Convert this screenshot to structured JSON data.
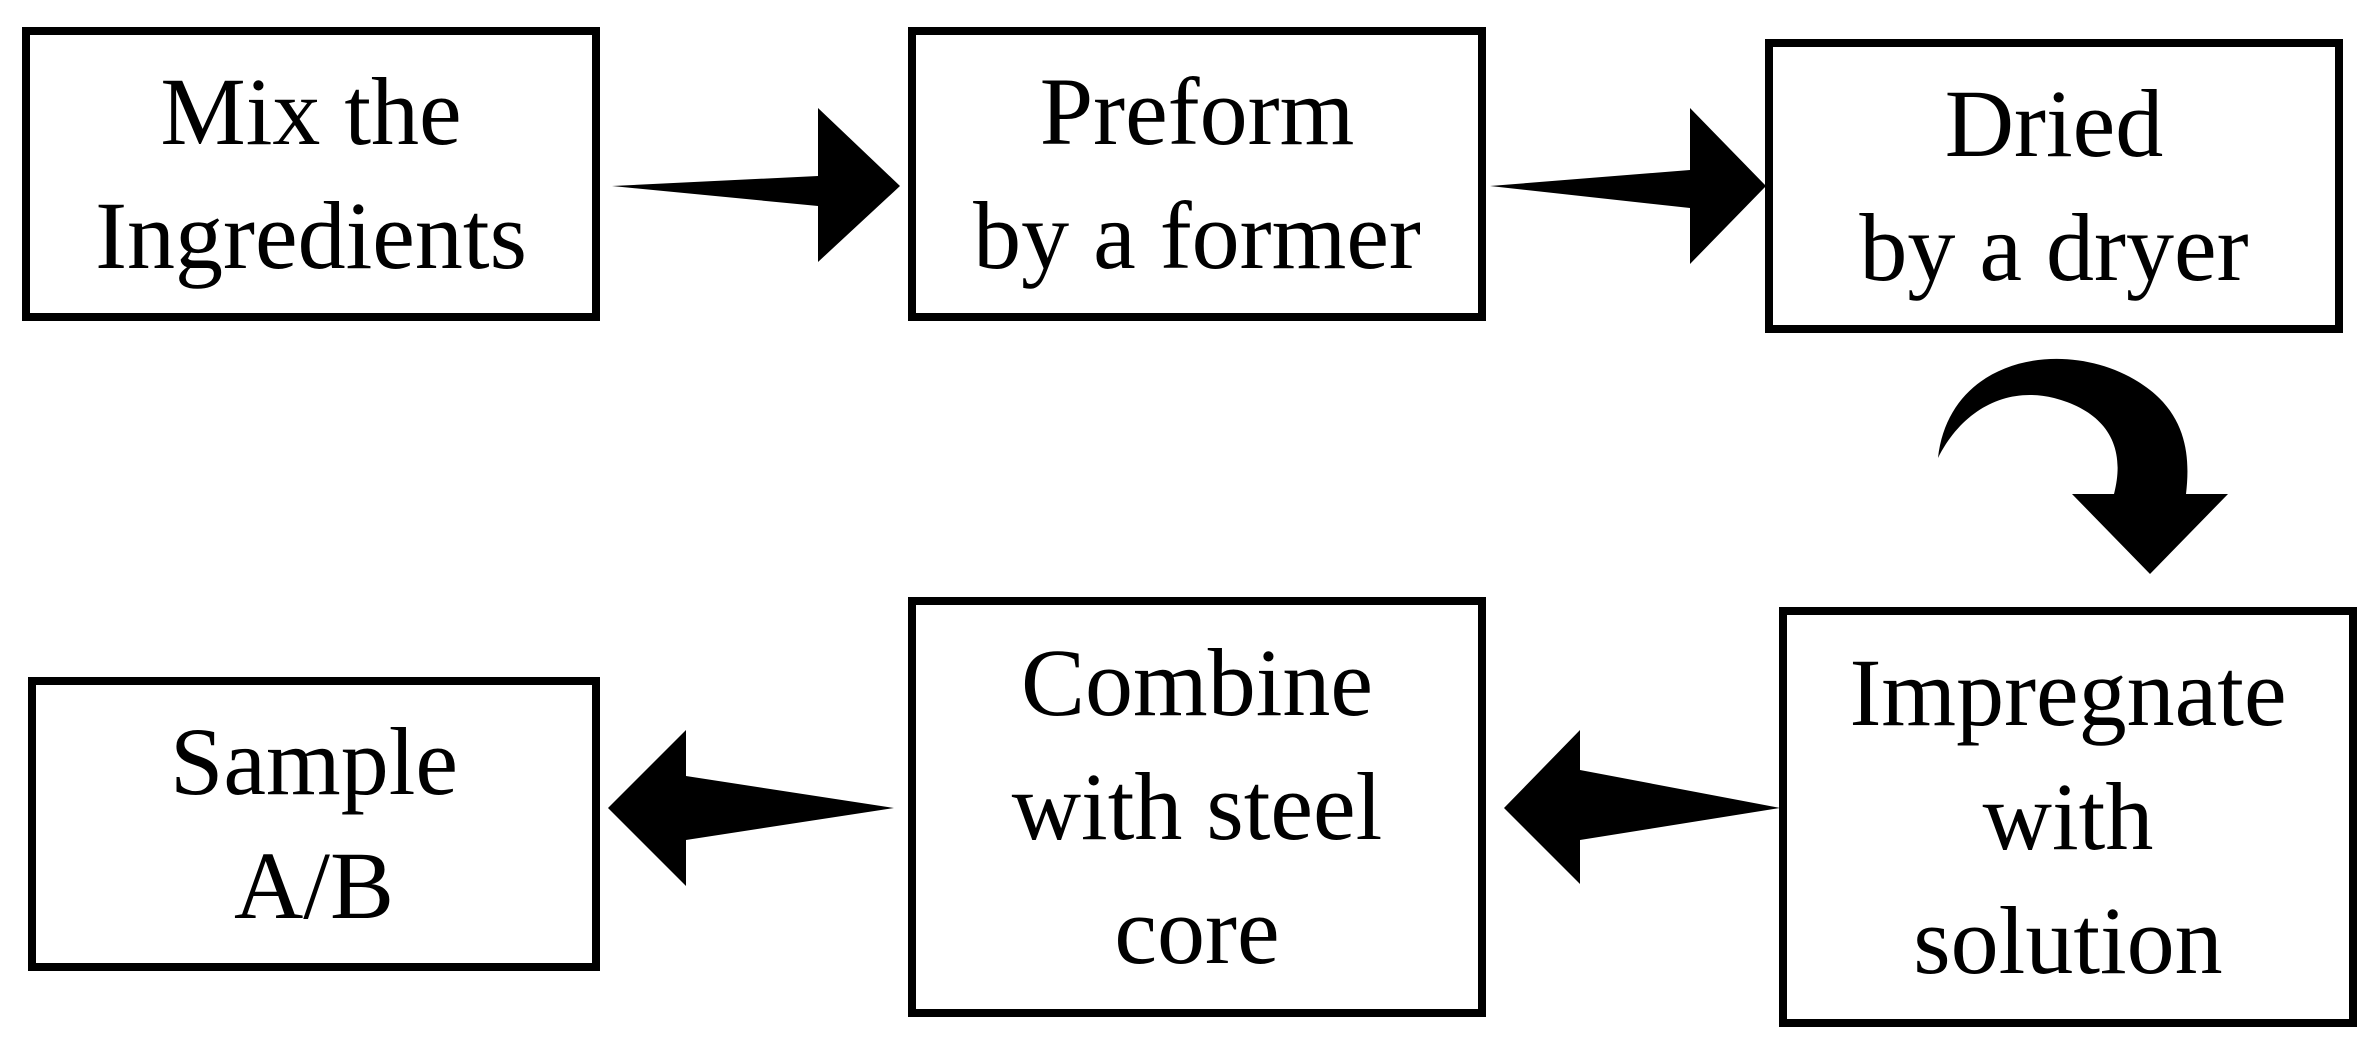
{
  "diagram": {
    "steps": [
      {
        "id": "mix",
        "lines": [
          "Mix the",
          "Ingredients"
        ]
      },
      {
        "id": "preform",
        "lines": [
          "Preform",
          "by a former"
        ]
      },
      {
        "id": "dry",
        "lines": [
          "Dried",
          "by a dryer"
        ]
      },
      {
        "id": "impreg",
        "lines": [
          "Impregnate",
          "with",
          "solution"
        ]
      },
      {
        "id": "combine",
        "lines": [
          "Combine",
          "with steel",
          "core"
        ]
      },
      {
        "id": "sample",
        "lines": [
          "Sample",
          "A/B"
        ]
      }
    ],
    "flow": [
      "mix",
      "preform",
      "dry",
      "impreg",
      "combine",
      "sample"
    ],
    "colors": {
      "stroke": "#000000",
      "fill": "#ffffff",
      "arrow": "#000000"
    }
  }
}
